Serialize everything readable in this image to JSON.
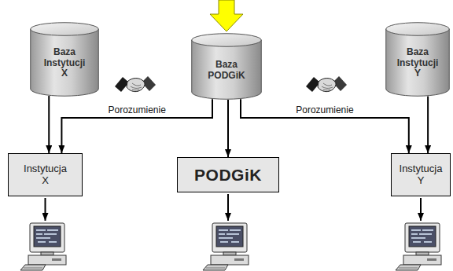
{
  "diagram": {
    "nodes": [
      {
        "text": [
          "Baza Instytucji X"
        ]
      },
      {
        "text": [
          "Baza PODGiK"
        ]
      },
      {
        "text": [
          "Baza Instytucji Y"
        ]
      },
      {
        "text": [
          "Instytucja X"
        ]
      },
      {
        "text": [
          "PODGiK"
        ]
      },
      {
        "text": [
          "Instytucja Y"
        ]
      }
    ],
    "edges": [
      {
        "from": 0,
        "to": 3,
        "arrow": "to"
      },
      {
        "from": 1,
        "to": 3,
        "arrow": "to",
        "label": "Porozumienie"
      },
      {
        "from": 1,
        "to": 4,
        "arrow": "to"
      },
      {
        "from": 1,
        "to": 5,
        "arrow": "to",
        "label": "Porozumienie"
      },
      {
        "from": 2,
        "to": 5,
        "arrow": "to"
      }
    ]
  }
}
